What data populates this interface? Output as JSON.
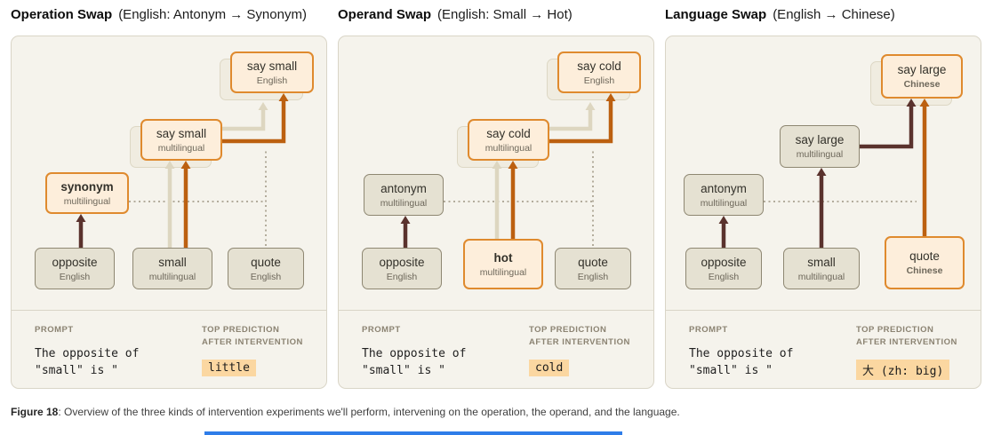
{
  "page": {
    "caption_bold": "Figure 18",
    "caption_text": ": Overview of the three kinds of intervention experiments we'll perform, intervening on the operation, the operand, and the language."
  },
  "panels": [
    {
      "title": "Operation Swap",
      "subtitle": "(English: Antonym → Synonym)",
      "nodes": {
        "output": {
          "label": "say small",
          "sublabel": "English"
        },
        "mid": {
          "label": "say small",
          "sublabel": "multilingual"
        },
        "operation": {
          "label": "synonym",
          "sublabel": "multilingual"
        },
        "left": {
          "label": "opposite",
          "sublabel": "English"
        },
        "operand": {
          "label": "small",
          "sublabel": "multilingual"
        },
        "lang": {
          "label": "quote",
          "sublabel": "English"
        }
      },
      "prompt": {
        "label": "PROMPT",
        "line1": "The opposite of",
        "line2": "\"small\" is \"",
        "prediction_label": "TOP PREDICTION AFTER INTERVENTION",
        "prediction": "little"
      }
    },
    {
      "title": "Operand Swap",
      "subtitle": "(English: Small → Hot)",
      "nodes": {
        "output": {
          "label": "say cold",
          "sublabel": "English"
        },
        "mid": {
          "label": "say cold",
          "sublabel": "multilingual"
        },
        "operation": {
          "label": "antonym",
          "sublabel": "multilingual"
        },
        "left": {
          "label": "opposite",
          "sublabel": "English"
        },
        "operand": {
          "label": "hot",
          "sublabel": "multilingual"
        },
        "lang": {
          "label": "quote",
          "sublabel": "English"
        }
      },
      "prompt": {
        "label": "PROMPT",
        "line1": "The opposite of",
        "line2": "\"small\" is \"",
        "prediction_label": "TOP PREDICTION AFTER INTERVENTION",
        "prediction": "cold"
      }
    },
    {
      "title": "Language Swap",
      "subtitle": "(English → Chinese)",
      "nodes": {
        "output": {
          "label": "say large",
          "sublabel": "Chinese"
        },
        "mid": {
          "label": "say large",
          "sublabel": "multilingual"
        },
        "operation": {
          "label": "antonym",
          "sublabel": "multilingual"
        },
        "left": {
          "label": "opposite",
          "sublabel": "English"
        },
        "operand": {
          "label": "small",
          "sublabel": "multilingual"
        },
        "lang": {
          "label": "quote",
          "sublabel": "Chinese"
        }
      },
      "prompt": {
        "label": "PROMPT",
        "line1": "The opposite of",
        "line2": "\"small\" is \"",
        "prediction_label": "TOP PREDICTION AFTER INTERVENTION",
        "prediction": "大 (zh: big)"
      }
    }
  ]
}
